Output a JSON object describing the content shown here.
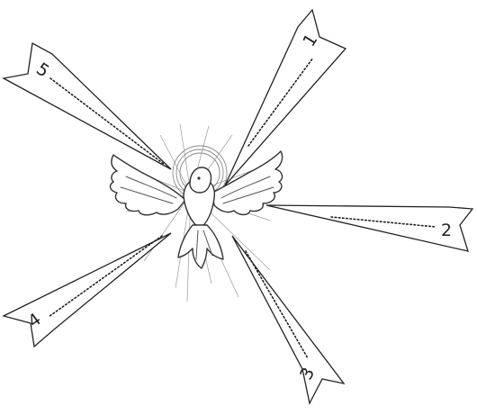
{
  "figure": {
    "subject": "dove-with-halo",
    "line_color": "#222222",
    "background": "#ffffff"
  },
  "labels": [
    {
      "id": "1",
      "text": "1"
    },
    {
      "id": "2",
      "text": "2"
    },
    {
      "id": "3",
      "text": "3"
    },
    {
      "id": "4",
      "text": "4"
    },
    {
      "id": "5",
      "text": "5"
    }
  ]
}
